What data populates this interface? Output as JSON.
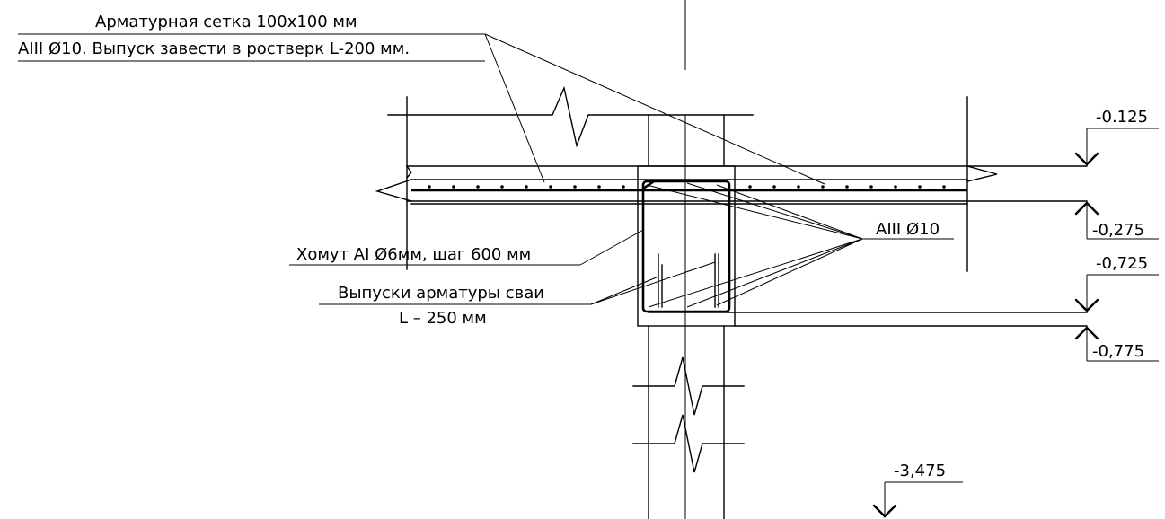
{
  "labels": {
    "mesh_line1": "Арматурная сетка 100х100 мм",
    "mesh_line2": "AIII Ø10. Выпуск завести в ростверк L-200 мм.",
    "rebar": "AIII Ø10",
    "stirrup": "Хомут AI Ø6мм, шаг 600 мм",
    "pile_bars_line1": "Выпуски арматуры сваи",
    "pile_bars_line2": "L – 250 мм"
  },
  "levels": {
    "top": "-0.125",
    "slab_bottom": "-0,275",
    "beam_top": "-0,725",
    "beam_bottom": "-0,775",
    "pile": "-3,475"
  }
}
